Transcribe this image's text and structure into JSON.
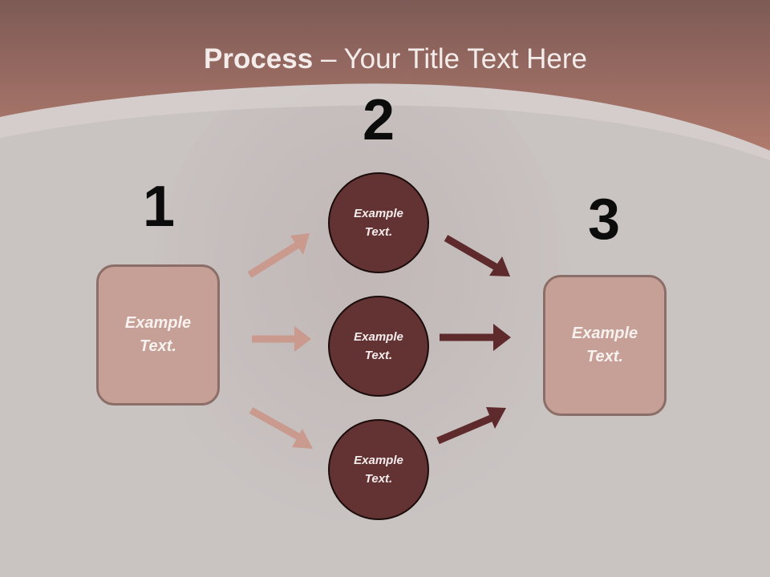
{
  "title": {
    "bold": "Process",
    "rest": " – Your Title Text Here"
  },
  "steps": {
    "one": "1",
    "two": "2",
    "three": "3"
  },
  "left_box": {
    "text": "Example\nText."
  },
  "right_box": {
    "text": "Example\nText."
  },
  "circles": [
    {
      "text": "Example\nText."
    },
    {
      "text": "Example\nText."
    },
    {
      "text": "Example\nText."
    }
  ],
  "colors": {
    "header": "#a7766c",
    "box_fill": "#c6a096",
    "circle_fill": "#633233",
    "arrow_light": "#c99a8d",
    "arrow_dark": "#5e2a2b"
  }
}
